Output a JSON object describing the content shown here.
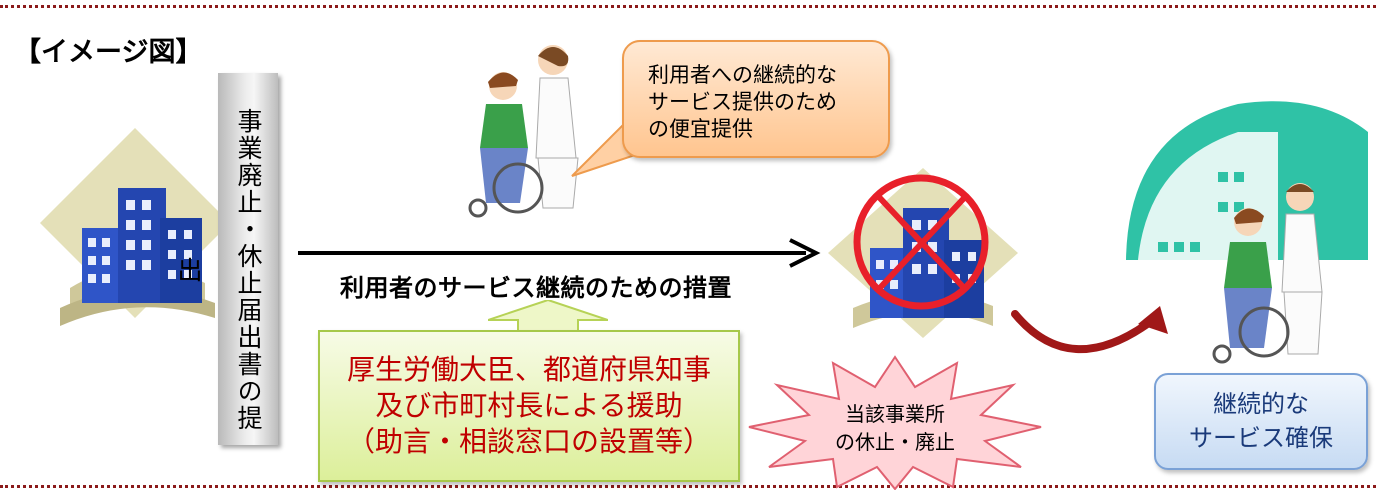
{
  "title": "【イメージ図】",
  "notification_box": {
    "text": "事業廃止・休止届出書の提出"
  },
  "speech_bubble": {
    "lines": [
      "利用者への継続的な",
      "サービス提供のため",
      "の便宜提供"
    ]
  },
  "arrow_label": "利用者のサービス継続のための措置",
  "support_box": {
    "lines": [
      "厚生労働大臣、都道府県知事",
      "及び市町村長による援助",
      "（助言・相談窓口の設置等）"
    ]
  },
  "closure_star": {
    "lines": [
      "当該事業所",
      "の休止・廃止"
    ]
  },
  "continuation_box": {
    "lines": [
      "継続的な",
      "サービス確保"
    ]
  },
  "colors": {
    "support_text": "#c00000",
    "prohibit_mark": "#e8202a",
    "border_line": "#8b1a1a"
  }
}
